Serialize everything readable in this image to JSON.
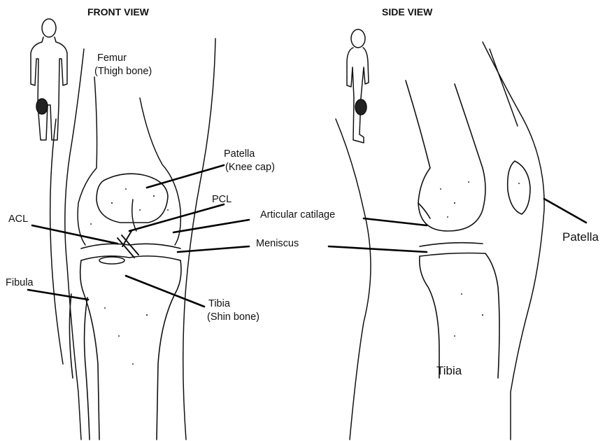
{
  "front": {
    "title": "FRONT VIEW",
    "femur": "Femur",
    "femur_sub": "(Thigh bone)",
    "patella": "Patella",
    "patella_sub": "(Knee cap)",
    "pcl": "PCL",
    "acl": "ACL",
    "fibula": "Fibula",
    "tibia": "Tibia",
    "tibia_sub": "(Shin bone)"
  },
  "center": {
    "articular": "Articular catilage",
    "meniscus": "Meniscus"
  },
  "side": {
    "title": "SIDE VIEW",
    "patella": "Patella",
    "tibia": "Tibia"
  },
  "colors": {
    "ink": "#111111",
    "background": "#ffffff"
  }
}
